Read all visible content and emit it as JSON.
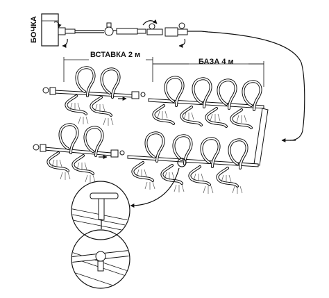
{
  "labels": {
    "barrel": "БОЧКА",
    "insert": "ВСТАВКА 2 м",
    "base": "БАЗА 4 м"
  }
}
